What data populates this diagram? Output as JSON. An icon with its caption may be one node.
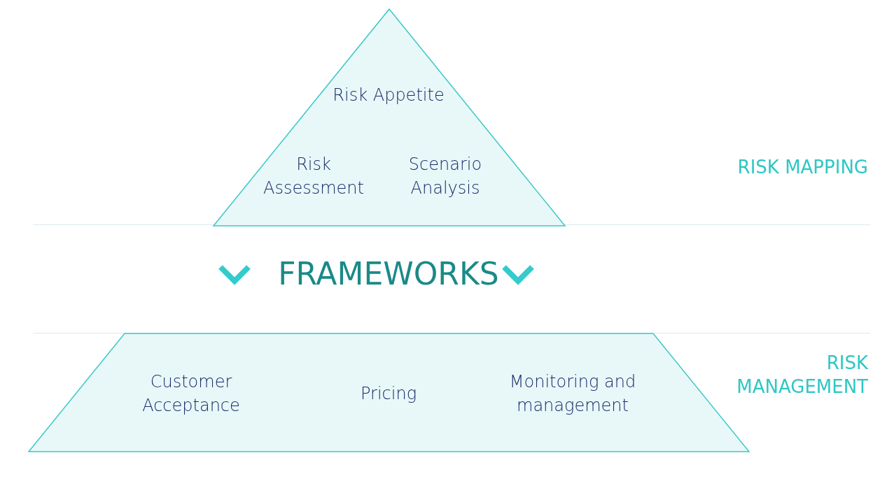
{
  "diagram": {
    "nodes": [
      {
        "text": [
          "Risk Appetite",
          "Risk Assessment",
          "Scenario Analysis"
        ]
      },
      {
        "text": [
          "Customer Acceptance",
          "Pricing",
          "Monitoring and management"
        ]
      }
    ],
    "edges": [],
    "labels": [
      "RISK MAPPING",
      "FRAMEWORKS",
      "RISK MANAGEMENT"
    ]
  }
}
